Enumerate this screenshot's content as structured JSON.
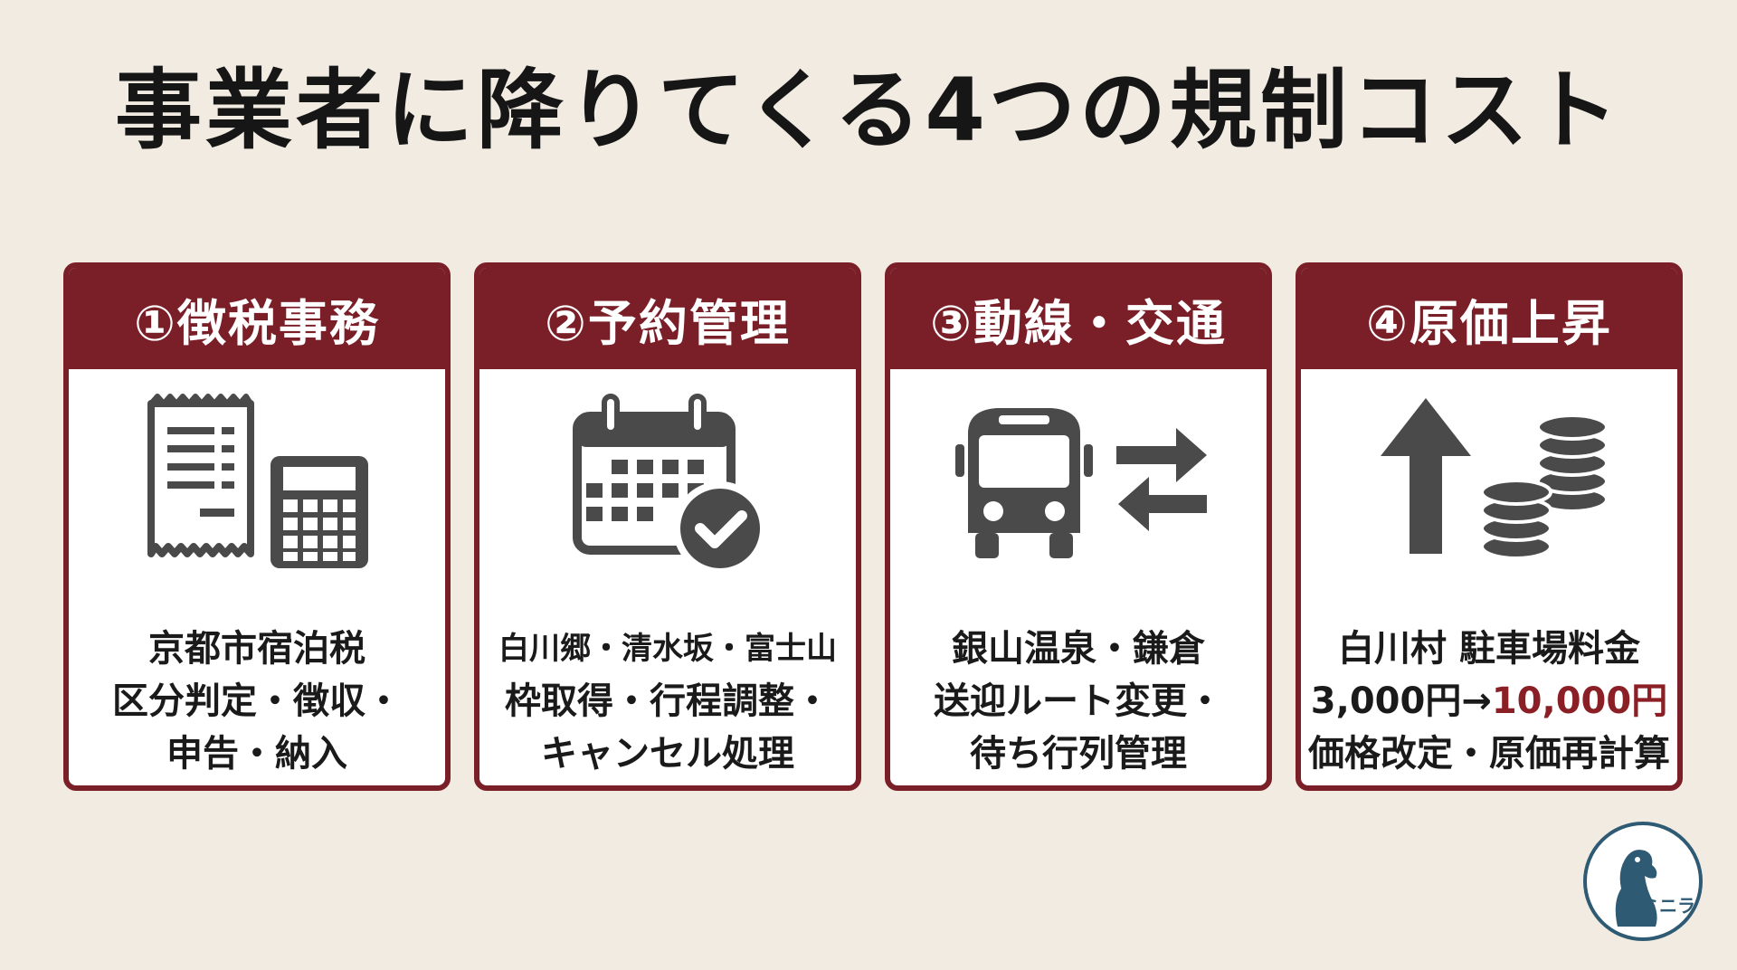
{
  "title": "事業者に降りてくる4つの規制コスト",
  "colors": {
    "accent": "#7a1f28",
    "background": "#f1ebe1",
    "icon": "#4a4a4a",
    "price_highlight": "#8a1f26",
    "logo": "#2e5a74"
  },
  "cards": [
    {
      "heading": "①徴税事務",
      "icon": "receipt-calculator-icon",
      "lines": [
        "京都市宿泊税",
        "区分判定・徴収・",
        "申告・納入"
      ]
    },
    {
      "heading": "②予約管理",
      "icon": "calendar-check-icon",
      "lines": [
        "白川郷・清水坂・富士山",
        "枠取得・行程調整・",
        "キャンセル処理"
      ]
    },
    {
      "heading": "③動線・交通",
      "icon": "bus-arrows-icon",
      "lines": [
        "銀山温泉・鎌倉",
        "送迎ルート変更・",
        "待ち行列管理"
      ]
    },
    {
      "heading": "④原価上昇",
      "icon": "arrow-up-coins-icon",
      "line1": "白川村 駐車場料金",
      "price_old": "3,000円→",
      "price_new": "10,000円",
      "line3": "価格改定・原価再計算"
    }
  ],
  "logo": {
    "icon": "dog-logo-icon",
    "text": "ミニラ"
  }
}
